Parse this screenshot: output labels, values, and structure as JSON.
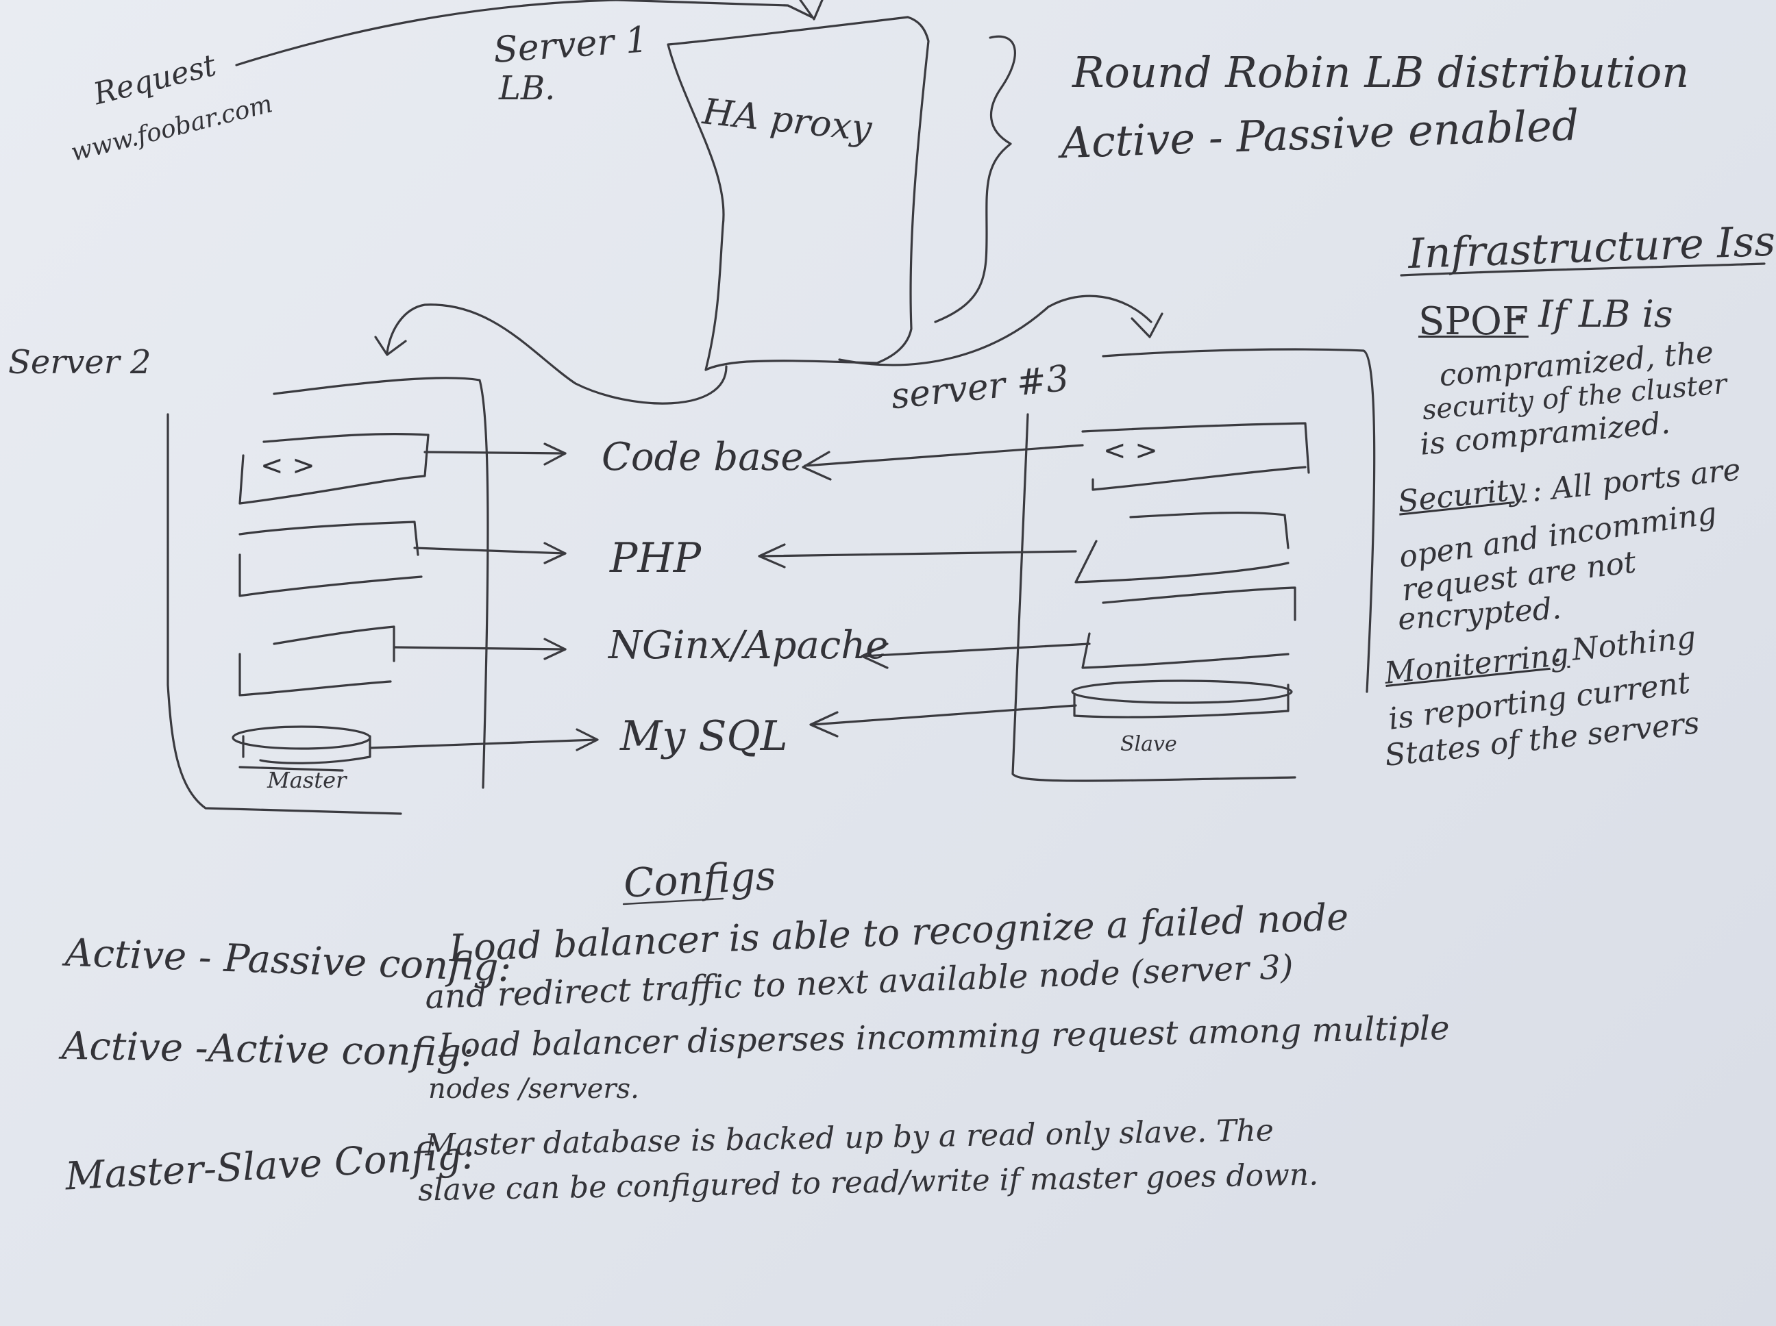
{
  "request": {
    "line1": "Request",
    "line2": "www.foobar.com"
  },
  "server1": {
    "line1": "Server 1",
    "line2": "LB.",
    "box_label": "HA proxy"
  },
  "lb_notes": {
    "line1": "Round Robin LB distribution",
    "line2": "Active - Passive enabled"
  },
  "server2": {
    "label": "Server 2",
    "code_tag": "< >",
    "db_label": "Master"
  },
  "server3": {
    "label": "server #3",
    "code_tag": "< >",
    "db_label": "Slave"
  },
  "stack": {
    "code": "Code base",
    "php": "PHP",
    "web": "NGinx/Apache",
    "db": "My SQL"
  },
  "issues": {
    "heading": "Infrastructure Issues",
    "spof_term": "SPOF",
    "spof_line1": "- If LB is",
    "spof_line2": "compramized, the",
    "spof_line3": "security of the cluster",
    "spof_line4": "is compramized.",
    "security_term": "Security",
    "security_line1": ": All ports are",
    "security_line2": "open and incomming",
    "security_line3": "request are not",
    "security_line4": "encrypted.",
    "monitoring_term": "Moniterring",
    "monitoring_line1": ": Nothing",
    "monitoring_line2": "is reporting current",
    "monitoring_line3": "States of the servers"
  },
  "configs": {
    "heading": "Configs",
    "ap_term": "Active - Passive config:",
    "ap_line1": "Load balancer is able to recognize a failed node",
    "ap_line2": "and redirect traffic to next available node (server 3)",
    "aa_term": "Active -Active config:",
    "aa_line1": "Load balancer disperses incomming request among multiple",
    "aa_line2": "nodes /servers.",
    "ms_term": "Master-Slave Config:",
    "ms_line1": "Master database is backed up by a read only slave. The",
    "ms_line2": "slave can be configured to read/write if master goes down."
  }
}
